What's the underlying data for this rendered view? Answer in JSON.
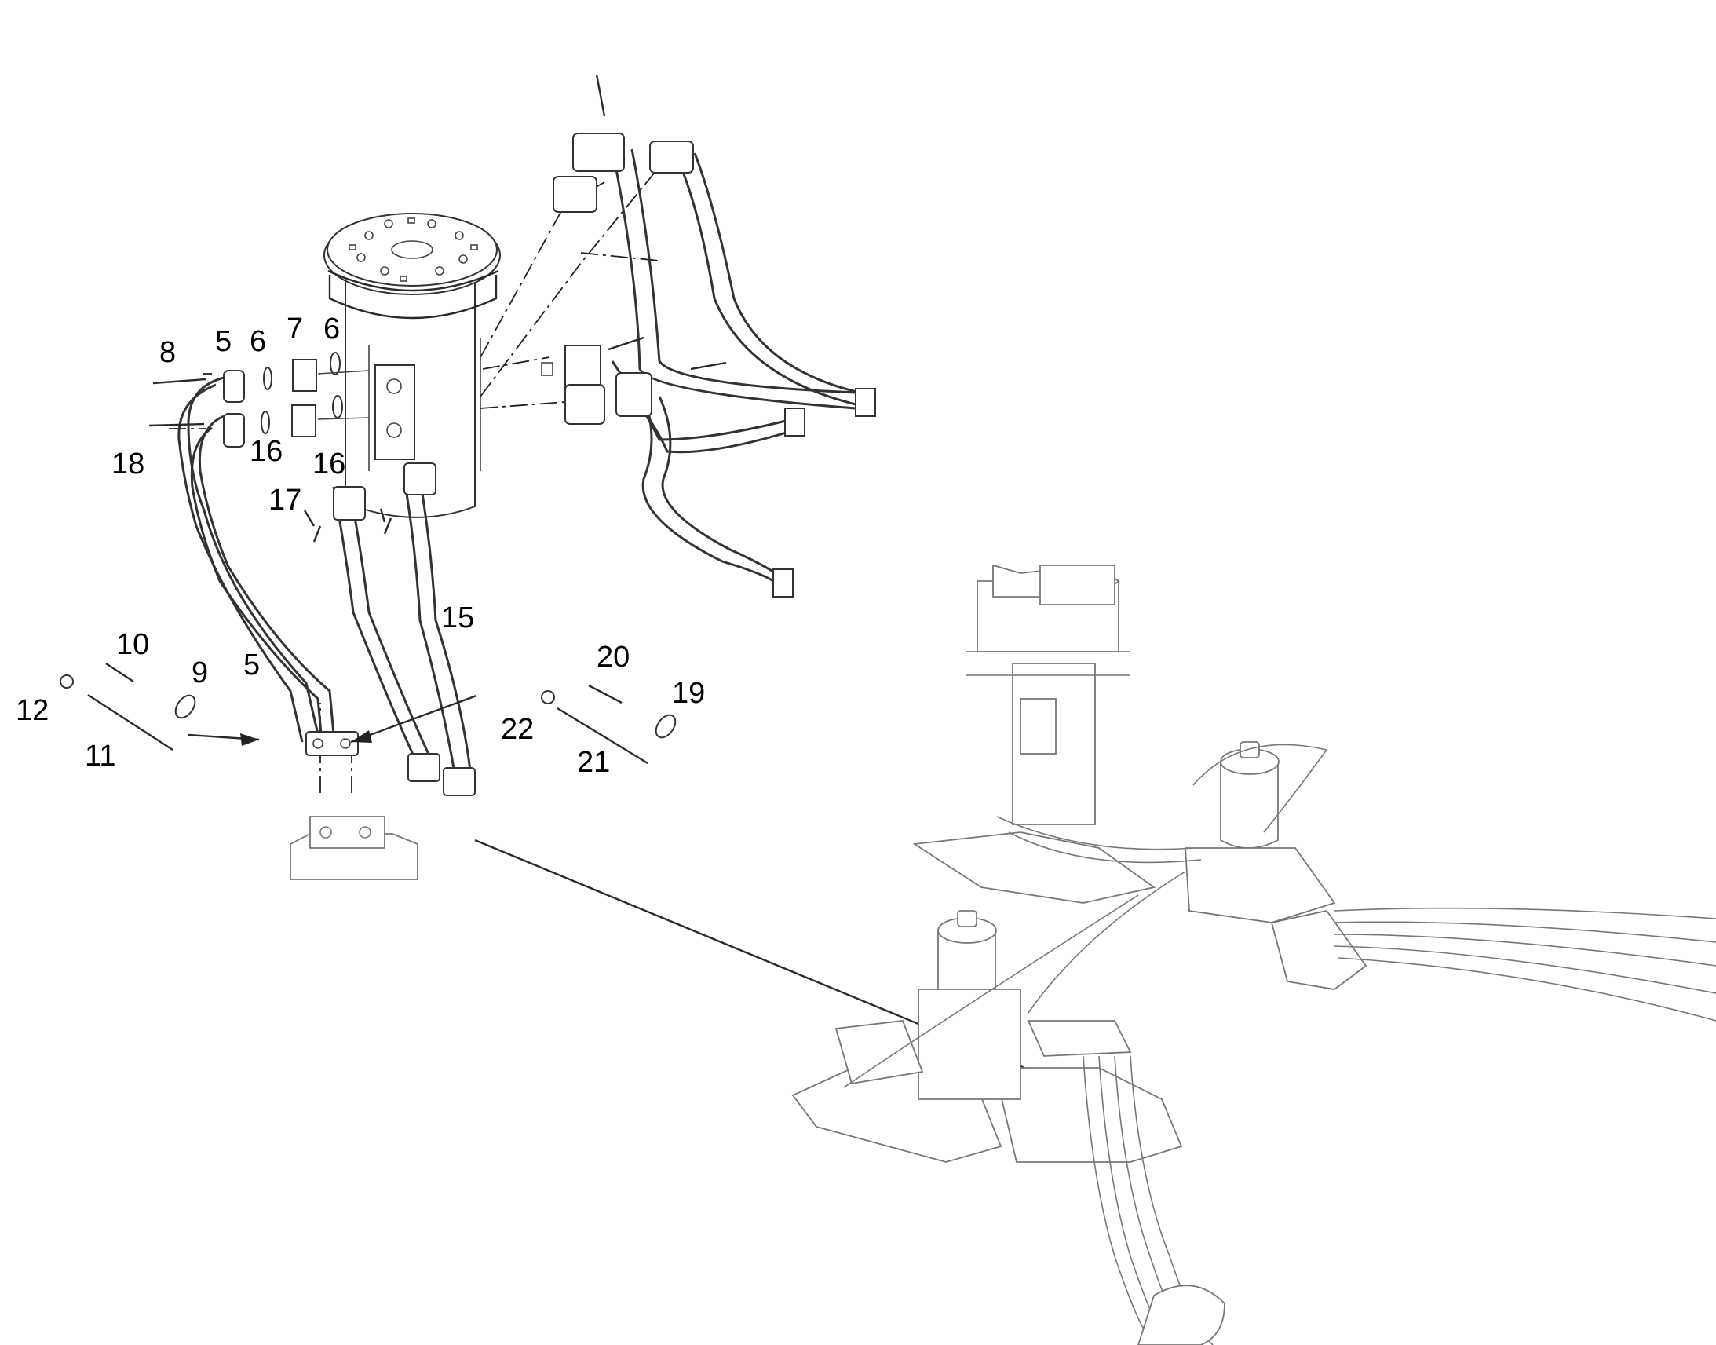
{
  "callouts": [
    {
      "id": "c8",
      "text": "8"
    },
    {
      "id": "c5a",
      "text": "5"
    },
    {
      "id": "c6a",
      "text": "6"
    },
    {
      "id": "c7",
      "text": "7"
    },
    {
      "id": "c6b",
      "text": "6"
    },
    {
      "id": "c18",
      "text": "18"
    },
    {
      "id": "c16a",
      "text": "16"
    },
    {
      "id": "c16b",
      "text": "16"
    },
    {
      "id": "c17",
      "text": "17"
    },
    {
      "id": "c10",
      "text": "10"
    },
    {
      "id": "c9",
      "text": "9"
    },
    {
      "id": "c12",
      "text": "12"
    },
    {
      "id": "c11",
      "text": "11"
    },
    {
      "id": "c5b",
      "text": "5"
    },
    {
      "id": "c15",
      "text": "15"
    },
    {
      "id": "c20",
      "text": "20"
    },
    {
      "id": "c19",
      "text": "19"
    },
    {
      "id": "c22",
      "text": "22"
    },
    {
      "id": "c21",
      "text": "21"
    }
  ],
  "colors": {
    "line": "#2a2a2a",
    "ghost": "#777777",
    "background": "#ffffff"
  }
}
